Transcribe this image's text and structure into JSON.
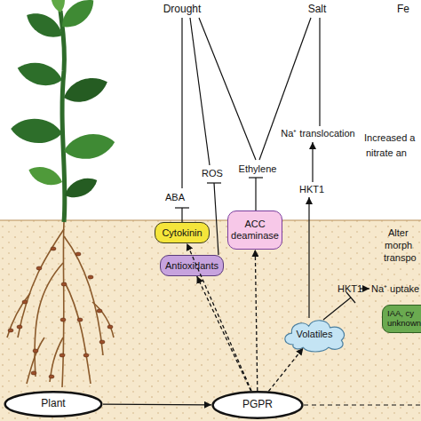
{
  "diagram": {
    "nodes": [
      {
        "text": [
          "Cytokinin"
        ]
      },
      {
        "text": [
          "ACC deaminase"
        ]
      },
      {
        "text": [
          "Antioxidants"
        ]
      },
      {
        "text": [
          "Volatiles"
        ]
      },
      {
        "text": [
          "IAA, cy unknown"
        ]
      },
      {
        "text": [
          "Plant"
        ]
      },
      {
        "text": [
          "PGPR"
        ]
      }
    ],
    "edges": [
      {
        "from": 5,
        "to": 6,
        "arrow": "to"
      },
      {
        "from": 6,
        "to": 0,
        "arrow": "to"
      },
      {
        "from": 6,
        "to": 2,
        "arrow": "to"
      },
      {
        "from": 6,
        "to": 1,
        "arrow": "to"
      },
      {
        "from": 6,
        "to": 3,
        "arrow": "to"
      }
    ],
    "labels": [
      "Drought",
      "Salt",
      "Fe",
      "ABA",
      "ROS",
      "Ethylene",
      "Na⁺ translocation",
      "HKT1",
      "Increased a",
      "nitrate an",
      "Alter",
      "morph",
      "transpo",
      "HKT1",
      "Na⁺ uptake"
    ]
  }
}
